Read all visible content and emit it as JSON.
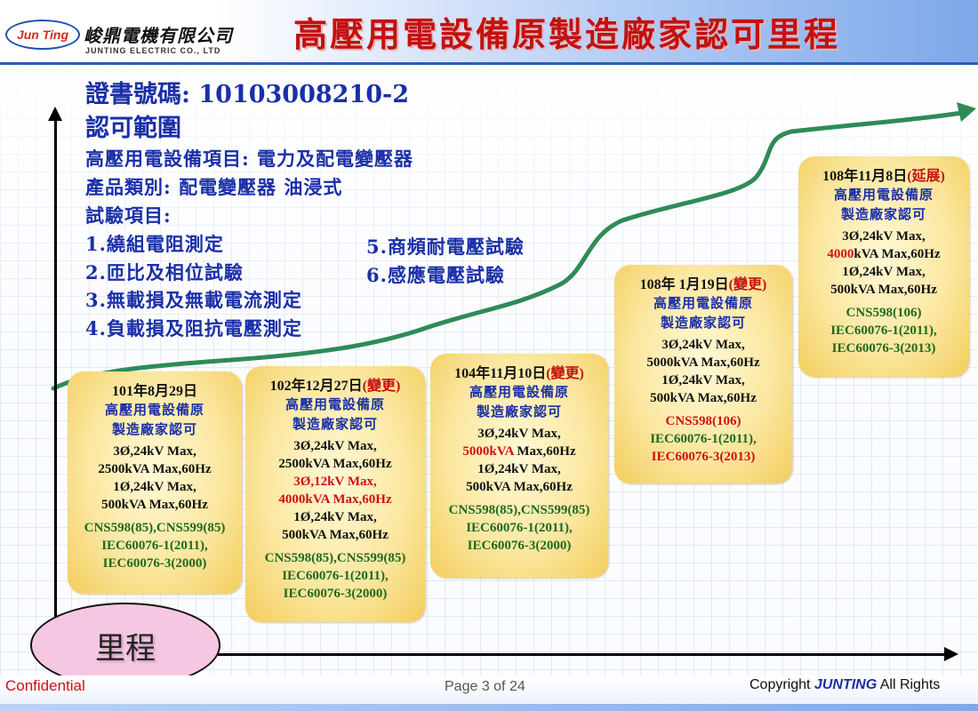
{
  "header": {
    "logo_text": "Jun Ting",
    "company_cn": "峻鼎電機有限公司",
    "company_en": "JUNTING ELECTRIC CO., LTD",
    "title": "高壓用電設備原製造廠家認可里程"
  },
  "content": {
    "cert_label": "證書號碼: 10103008210-2",
    "scope_title": "認可範圍",
    "equipment_item": "高壓用電設備項目: 電力及配電變壓器",
    "product_category": "產品類別: 配電變壓器 油浸式",
    "test_items_label": "試驗項目:",
    "tests_left": [
      "1.繞組電阻測定",
      "2.匝比及相位試驗",
      "3.無載損及無載電流測定",
      "4.負載損及阻抗電壓測定"
    ],
    "tests_right": [
      "5.商頻耐電壓試驗",
      "6.感應電壓試驗"
    ]
  },
  "milestones": [
    {
      "date": "101年8月29日",
      "note": "",
      "cn": [
        "高壓用電設備原",
        "製造廠家認可"
      ],
      "specs": [
        {
          "text": "3Ø,24kV Max,",
          "red": false
        },
        {
          "text": "2500kVA Max,60Hz",
          "red": false
        },
        {
          "text": "1Ø,24kV Max,",
          "red": false
        },
        {
          "text": "500kVA Max,60Hz",
          "red": false
        }
      ],
      "standards": [
        {
          "text": "CNS598(85),CNS599(85)",
          "red": false
        },
        {
          "text": "IEC60076-1(2011),",
          "red": false
        },
        {
          "text": "IEC60076-3(2000)",
          "red": false
        }
      ]
    },
    {
      "date": "102年12月27日",
      "note": "(變更)",
      "cn": [
        "高壓用電設備原",
        "製造廠家認可"
      ],
      "specs": [
        {
          "text": "3Ø,24kV Max,",
          "red": false
        },
        {
          "text": "2500kVA Max,60Hz",
          "red": false
        },
        {
          "text": "3Ø,12kV Max,",
          "red": true
        },
        {
          "text": "4000kVA Max,60Hz",
          "red": true
        },
        {
          "text": "1Ø,24kV Max,",
          "red": false
        },
        {
          "text": "500kVA Max,60Hz",
          "red": false
        }
      ],
      "standards": [
        {
          "text": "CNS598(85),CNS599(85)",
          "red": false
        },
        {
          "text": "IEC60076-1(2011),",
          "red": false
        },
        {
          "text": "IEC60076-3(2000)",
          "red": false
        }
      ]
    },
    {
      "date": "104年11月10日",
      "note": "(變更)",
      "cn": [
        "高壓用電設備原",
        "製造廠家認可"
      ],
      "specs": [
        {
          "text": "3Ø,24kV Max,",
          "red": false
        },
        {
          "text": "5000kVA",
          "red": true,
          "suffix": " Max,60Hz"
        },
        {
          "text": "1Ø,24kV Max,",
          "red": false
        },
        {
          "text": "500kVA Max,60Hz",
          "red": false
        }
      ],
      "standards": [
        {
          "text": "CNS598(85),CNS599(85)",
          "red": false
        },
        {
          "text": "IEC60076-1(2011),",
          "red": false
        },
        {
          "text": "IEC60076-3(2000)",
          "red": false
        }
      ]
    },
    {
      "date": "108年 1月19日",
      "note": "(變更)",
      "cn": [
        "高壓用電設備原",
        "製造廠家認可"
      ],
      "specs": [
        {
          "text": "3Ø,24kV Max,",
          "red": false
        },
        {
          "text": "5000kVA Max,60Hz",
          "red": false
        },
        {
          "text": "1Ø,24kV Max,",
          "red": false
        },
        {
          "text": "500kVA Max,60Hz",
          "red": false
        }
      ],
      "standards": [
        {
          "text": "CNS598(106)",
          "red": true
        },
        {
          "text": "IEC60076-1(2011),",
          "red": false
        },
        {
          "text": "IEC60076-3(2013)",
          "red": true
        }
      ]
    },
    {
      "date": "108年11月8日",
      "note": "(延展)",
      "cn": [
        "高壓用電設備原",
        "製造廠家認可"
      ],
      "specs": [
        {
          "text": "3Ø,24kV Max,",
          "red": false
        },
        {
          "text": "4000",
          "red": true,
          "suffix": "kVA Max,60Hz"
        },
        {
          "text": "1Ø,24kV Max,",
          "red": false
        },
        {
          "text": "500kVA Max,60Hz",
          "red": false
        }
      ],
      "standards": [
        {
          "text": "CNS598(106)",
          "red": false
        },
        {
          "text": "IEC60076-1(2011),",
          "red": false
        },
        {
          "text": "IEC60076-3(2013)",
          "red": false
        }
      ]
    }
  ],
  "milestone_label": "里程",
  "footer": {
    "confidential": "Confidential",
    "page": "Page 3 of 24",
    "copyright_prefix": "Copyright ",
    "copyright_brand": "JUNTING",
    "copyright_suffix": " All Rights"
  },
  "colors": {
    "title_red": "#c41010",
    "text_blue": "#1a2fa8",
    "standard_green": "#1e6a1e",
    "curve_green": "#2e8b57",
    "box_yellow": "#f3cd5d",
    "milestone_pink": "#f6c7e2"
  }
}
